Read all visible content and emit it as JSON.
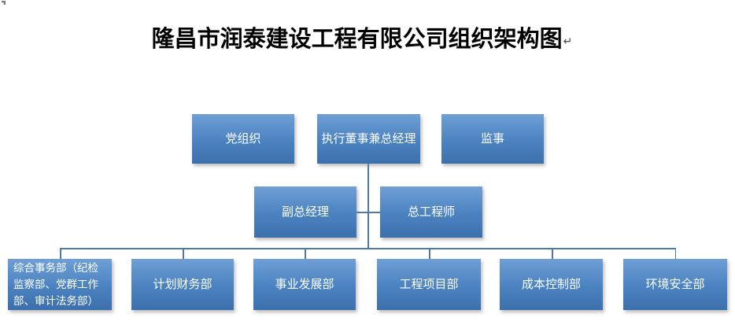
{
  "title": {
    "text": "隆昌市润泰建设工程有限公司组织架构图",
    "paragraph_mark": "↵"
  },
  "chart": {
    "type": "org-chart",
    "colors": {
      "box_gradient_top": "#6F9FD5",
      "box_gradient_bottom": "#3C70AC",
      "box_text": "#FFFFFF",
      "connector_line": "#4E79AD",
      "title_text": "#000000",
      "background": "#FFFFFF"
    },
    "nodes": {
      "top": [
        {
          "id": "party-organization",
          "label": "党组织"
        },
        {
          "id": "executive-director-general-manager",
          "label": "执行董事兼总经理"
        },
        {
          "id": "supervisor",
          "label": "监事"
        }
      ],
      "middle": [
        {
          "id": "deputy-general-manager",
          "label": "副总经理"
        },
        {
          "id": "chief-engineer",
          "label": "总工程师"
        }
      ],
      "departments": [
        {
          "id": "general-affairs-dept",
          "label": "综合事务部（纪检监察部、党群工作部、审计法务部）"
        },
        {
          "id": "planning-finance-dept",
          "label": "计划财务部"
        },
        {
          "id": "business-development-dept",
          "label": "事业发展部"
        },
        {
          "id": "engineering-project-dept",
          "label": "工程项目部"
        },
        {
          "id": "cost-control-dept",
          "label": "成本控制部"
        },
        {
          "id": "environment-safety-dept",
          "label": "环境安全部"
        }
      ]
    },
    "hierarchy": {
      "root": "执行董事兼总经理",
      "root_children_middle": [
        "副总经理",
        "总工程师"
      ],
      "root_children_departments": [
        "综合事务部（纪检监察部、党群工作部、审计法务部）",
        "计划财务部",
        "事业发展部",
        "工程项目部",
        "成本控制部",
        "环境安全部"
      ],
      "unconnected": [
        "党组织",
        "监事"
      ]
    }
  }
}
